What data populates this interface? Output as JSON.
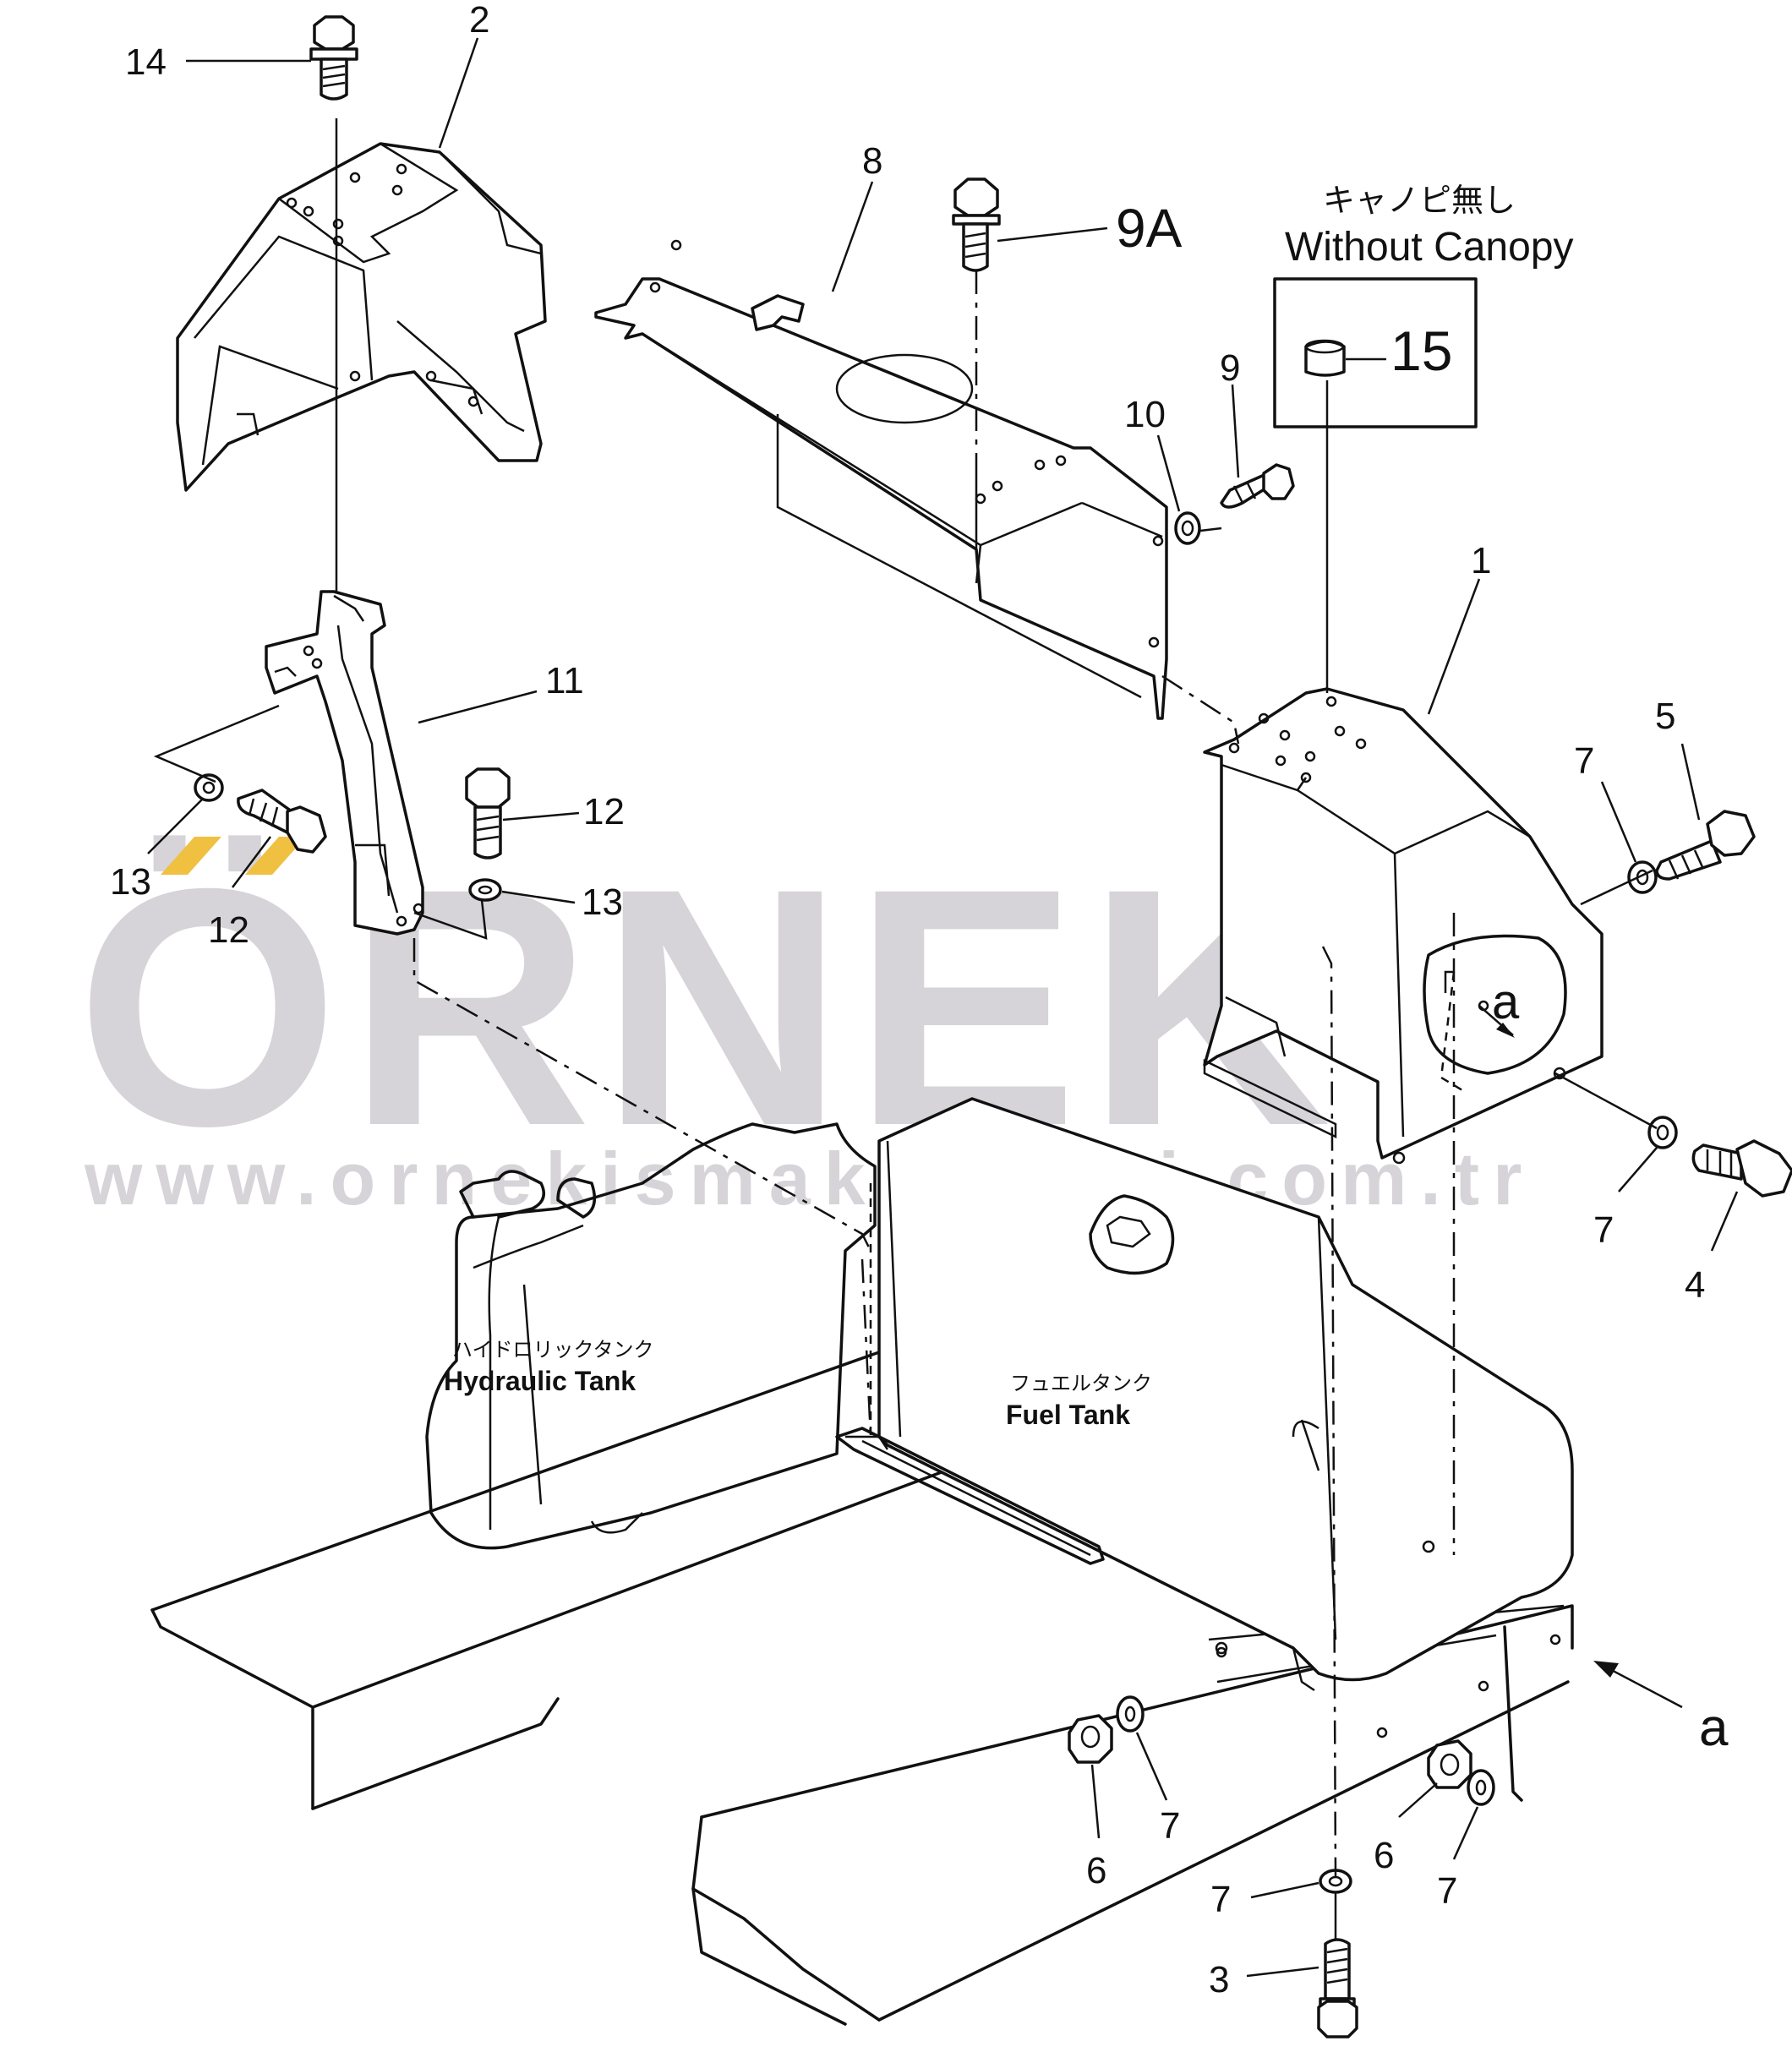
{
  "watermark": {
    "brand": "ÖRNEK",
    "url": "www.ornekismakinalari.com.tr"
  },
  "canopy_note": {
    "japanese": "キャノピ無し",
    "english": "Without Canopy"
  },
  "tanks": {
    "hydraulic": {
      "japanese": "ハイドロリックタンク",
      "english": "Hydraulic Tank"
    },
    "fuel": {
      "japanese": "フュエルタンク",
      "english": "Fuel Tank"
    }
  },
  "view_marker": {
    "arrow_label": "a",
    "detail_label": "a"
  },
  "callouts": {
    "c1": "1",
    "c2": "2",
    "c3": "3",
    "c4": "4",
    "c5": "5",
    "c6a": "6",
    "c6b": "6",
    "c7a": "7",
    "c7b": "7",
    "c7c": "7",
    "c7d": "7",
    "c7e": "7",
    "c8": "8",
    "c9": "9",
    "c9a": "9A",
    "c10": "10",
    "c11": "11",
    "c12a": "12",
    "c12b": "12",
    "c13a": "13",
    "c13b": "13",
    "c14": "14",
    "c15": "15"
  },
  "colors": {
    "line": "#111111",
    "watermark": "#c9c6cc",
    "accent": "#f0c040"
  }
}
